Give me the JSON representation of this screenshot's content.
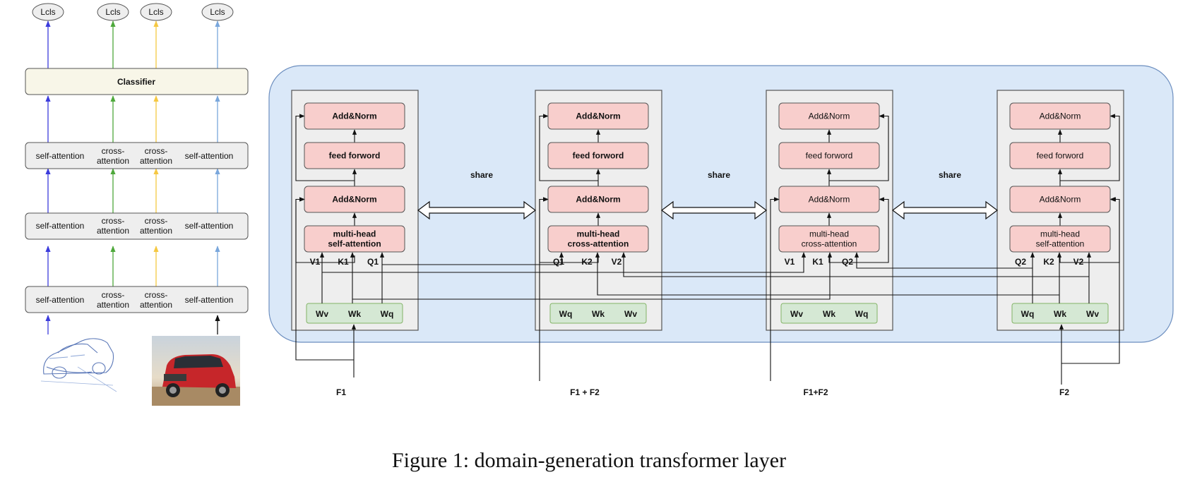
{
  "figure": {
    "caption": "Figure 1: domain-generation transformer layer",
    "left_panel": {
      "outputs": [
        "Lcls",
        "Lcls",
        "Lcls",
        "Lcls"
      ],
      "classifier_label": "Classifier",
      "layers": [
        [
          "self-attention",
          "cross-\nattention",
          "cross-\nattention",
          "self-attention"
        ],
        [
          "self-attention",
          "cross-\nattention",
          "cross-\nattention",
          "self-attention"
        ],
        [
          "self-attention",
          "cross-\nattention",
          "cross-\nattention",
          "self-attention"
        ]
      ],
      "stream_colors": [
        "#3b3bdc",
        "#4ea83b",
        "#f5c842",
        "#7aa7dc"
      ],
      "images": [
        "car-sketch",
        "red-suv-photo"
      ]
    },
    "right_panel": {
      "share_label": "share",
      "blocks": [
        {
          "attention_label": "multi-head\nself-attention",
          "bold": true,
          "ffn_label": "feed forword",
          "norm_label": "Add&Norm",
          "port_labels": [
            "V1",
            "K1",
            "Q1"
          ],
          "weights": [
            "Wv",
            "Wk",
            "Wq"
          ],
          "input": "F1"
        },
        {
          "attention_label": "multi-head\ncross-attention",
          "bold": true,
          "ffn_label": "feed forword",
          "norm_label": "Add&Norm",
          "port_labels": [
            "Q1",
            "K2",
            "V2"
          ],
          "weights": [
            "Wq",
            "Wk",
            "Wv"
          ],
          "input": "F1 + F2"
        },
        {
          "attention_label": "multi-head\ncross-attention",
          "bold": false,
          "ffn_label": "feed forword",
          "norm_label": "Add&Norm",
          "port_labels": [
            "V1",
            "K1",
            "Q2"
          ],
          "weights": [
            "Wv",
            "Wk",
            "Wq"
          ],
          "input": "F1+F2"
        },
        {
          "attention_label": "multi-head\nself-attention",
          "bold": false,
          "ffn_label": "feed forword",
          "norm_label": "Add&Norm",
          "port_labels": [
            "Q2",
            "K2",
            "V2"
          ],
          "weights": [
            "Wq",
            "Wk",
            "Wv"
          ],
          "input": "F2"
        }
      ]
    }
  }
}
